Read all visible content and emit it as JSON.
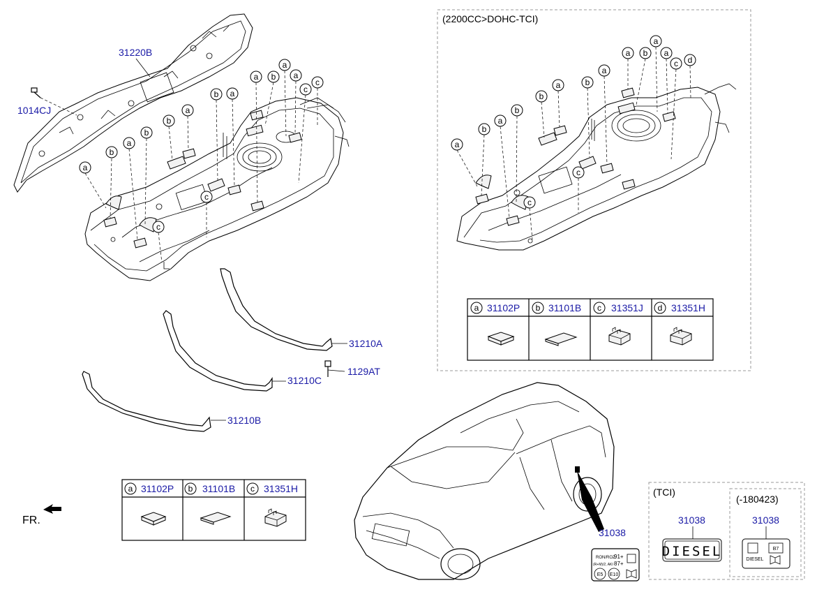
{
  "callouts": {
    "heat_shield": "31220B",
    "bolt_shield": "1014CJ",
    "band_a": "31210A",
    "band_b": "31210B",
    "band_c": "31210C",
    "band_bolt": "1129AT",
    "label_car": "31038",
    "label_tci": "31038",
    "label_180423": "31038"
  },
  "variant_box": {
    "title": "(2200CC>DOHC-TCI)"
  },
  "tci_box": {
    "title": "(TCI)",
    "label_text": "DIESEL"
  },
  "early_box": {
    "title": "(-180423)",
    "label_text": "DIESEL"
  },
  "fr_label": "FR.",
  "letters": {
    "a": "a",
    "b": "b",
    "c": "c",
    "d": "d"
  },
  "legend_main": {
    "items": [
      {
        "letter": "a",
        "part": "31102P"
      },
      {
        "letter": "b",
        "part": "31101B"
      },
      {
        "letter": "c",
        "part": "31351H"
      }
    ]
  },
  "legend_variant": {
    "items": [
      {
        "letter": "a",
        "part": "31102P"
      },
      {
        "letter": "b",
        "part": "31101B"
      },
      {
        "letter": "c",
        "part": "31351J"
      },
      {
        "letter": "d",
        "part": "31351H"
      }
    ]
  },
  "fuel_label": {
    "line1": "RON/ROZ",
    "val1": "91+",
    "line2": "(R+M)/2, AKI",
    "val2": "87+",
    "e5": "E5",
    "e10": "E10"
  },
  "diesel_label": {
    "b7": "B7"
  }
}
